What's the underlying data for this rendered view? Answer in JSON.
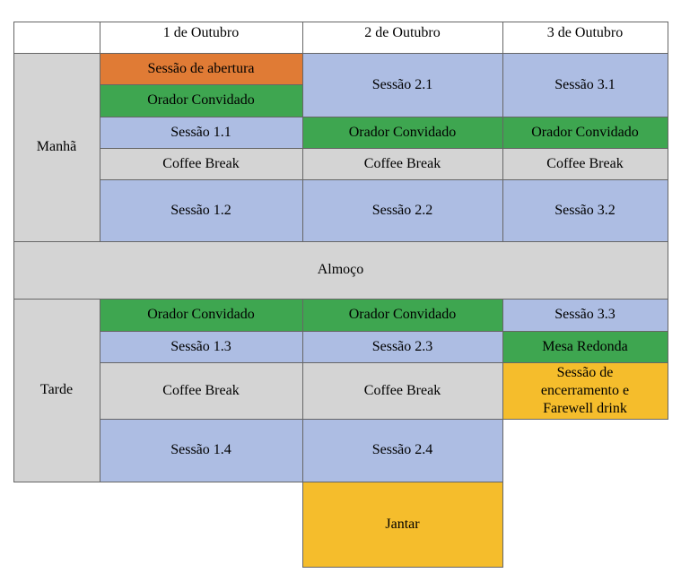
{
  "header": {
    "empty": "",
    "day1": "1 de Outubro",
    "day2": "2 de Outubro",
    "day3": "3 de Outubro"
  },
  "periods": {
    "morning": "Manhã",
    "lunch": "Almoço",
    "afternoon": "Tarde"
  },
  "day1": {
    "m1": "Sessão de abertura",
    "m2": "Orador Convidado",
    "m3": "Sessão 1.1",
    "m4": "Coffee Break",
    "m5": "Sessão 1.2",
    "a1": "Orador Convidado",
    "a2": "Sessão 1.3",
    "a3": "Coffee Break",
    "a4": "Sessão 1.4"
  },
  "day2": {
    "m1": "Sessão 2.1",
    "m2": "Orador Convidado",
    "m3": "Coffee Break",
    "m4": "Sessão 2.2",
    "a1": "Orador Convidado",
    "a2": "Sessão 2.3",
    "a3": "Coffee Break",
    "a4": "Sessão 2.4",
    "dinner": "Jantar"
  },
  "day3": {
    "m1": "Sessão 3.1",
    "m2": "Orador Convidado",
    "m3": "Coffee Break",
    "m4": "Sessão 3.2",
    "a1": "Sessão 3.3",
    "a2": "Mesa Redonda",
    "a3": "Sessão de encerramento e Farewell drink"
  },
  "colors": {
    "opening": "#e07b35",
    "speaker": "#3ea650",
    "session": "#adbde3",
    "break": "#d4d4d4",
    "closing": "#f5bd2c"
  }
}
